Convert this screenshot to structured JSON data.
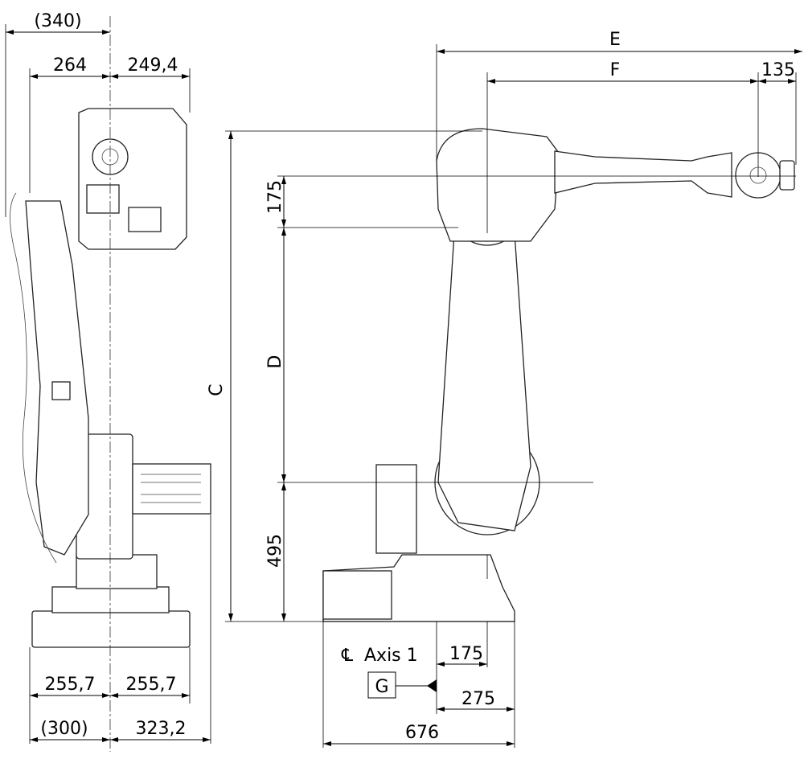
{
  "front_view": {
    "dims": {
      "overall_top": "(340)",
      "left_top": "264",
      "right_top": "249,4",
      "base_left": "255,7",
      "base_right": "255,7",
      "bottom_left": "(300)",
      "bottom_right": "323,2"
    }
  },
  "side_view": {
    "dims": {
      "E": "E",
      "F": "F",
      "wrist": "135",
      "C": "C",
      "D": "D",
      "axis2_offset": "175",
      "base_height": "495",
      "axis1_to_axis2": "175",
      "axis1_to_rear": "275",
      "base_length": "676"
    },
    "axis_label": "Axis 1",
    "centerline_symbol": "℄",
    "reference_label": "G"
  }
}
